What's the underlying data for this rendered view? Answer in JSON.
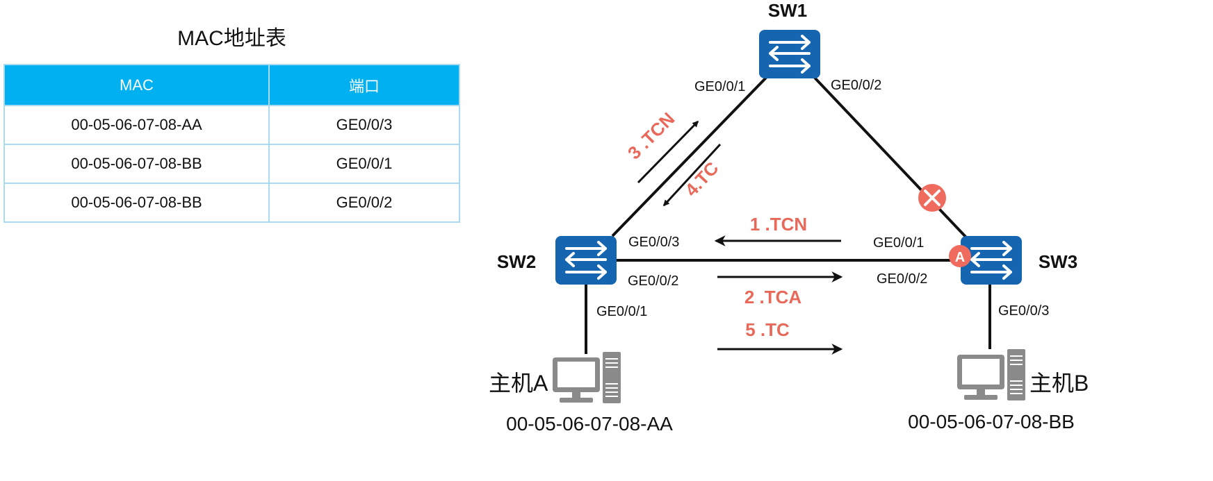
{
  "mac_table": {
    "title": "MAC地址表",
    "headers": [
      "MAC",
      "端口"
    ],
    "rows": [
      [
        "00-05-06-07-08-AA",
        "GE0/0/3"
      ],
      [
        "00-05-06-07-08-BB",
        "GE0/0/1"
      ],
      [
        "00-05-06-07-08-BB",
        "GE0/0/2"
      ]
    ]
  },
  "switches": {
    "sw1": "SW1",
    "sw2": "SW2",
    "sw3": "SW3"
  },
  "ports": {
    "sw1_ge1": "GE0/0/1",
    "sw1_ge2": "GE0/0/2",
    "sw2_ge3": "GE0/0/3",
    "sw2_ge2": "GE0/0/2",
    "sw2_ge1": "GE0/0/1",
    "sw3_ge1": "GE0/0/1",
    "sw3_ge2": "GE0/0/2",
    "sw3_ge3": "GE0/0/3"
  },
  "messages": {
    "m1": "1 .TCN",
    "m2": "2 .TCA",
    "m3": "3 .TCN",
    "m4": "4.TC",
    "m5": "5 .TC"
  },
  "port_badge": "A",
  "hosts": {
    "a_name": "主机A",
    "a_mac": "00-05-06-07-08-AA",
    "b_name": "主机B",
    "b_mac": "00-05-06-07-08-BB"
  },
  "colors": {
    "switch_blue": "#1565b0",
    "header_blue": "#00b0f0",
    "message_red": "#e8695a",
    "blocked_red": "#ef6b5e",
    "host_gray": "#8a8a8a"
  },
  "icons": {
    "switch": "switch-icon",
    "blocked": "blocked-port-icon",
    "host": "computer-icon"
  }
}
